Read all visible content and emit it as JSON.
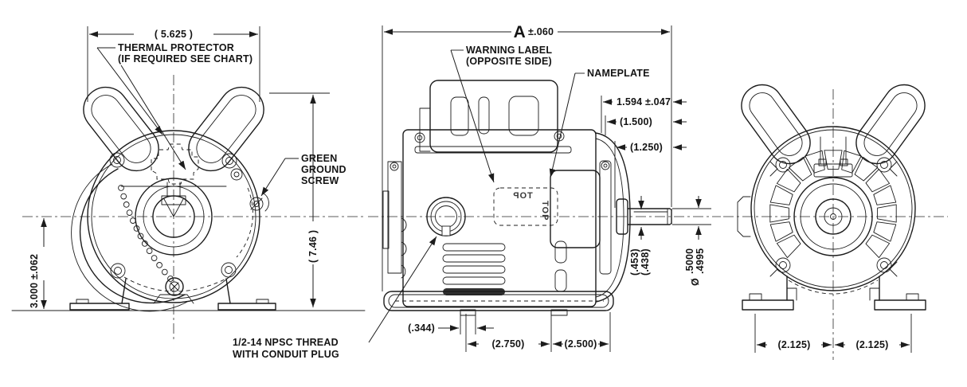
{
  "drawing": {
    "front": {
      "width_dim": "( 5.625 )",
      "center_height_dim": "3.000 ±.062",
      "overall_height_dim": "( 7.46 )",
      "thermal_label_1": "THERMAL PROTECTOR",
      "thermal_label_2": "(IF REQUIRED SEE CHART)",
      "ground_label_1": "GREEN",
      "ground_label_2": "GROUND",
      "ground_label_3": "SCREW"
    },
    "side": {
      "length_dim_letter": "A",
      "length_dim_tol": "±.060",
      "warning_label_1": "WARNING LABEL",
      "warning_label_2": "(OPPOSITE SIDE)",
      "nameplate_label": "NAMEPLATE",
      "shaft_center_dim": "1.594 ±.047",
      "dim_1_500": "(1.500)",
      "dim_1_250": "(1.250)",
      "flat_dim_upper": "(.453)",
      "flat_dim_lower": "(.438)",
      "shaft_dia_upper": ".5000",
      "shaft_dia_lower": ".4995",
      "dia_symbol": "Ø",
      "slot_dim": "(.344)",
      "bolt_span_dim": "(2.750)",
      "rear_span_dim": "(2.500)",
      "conduit_label_1": "1/2-14 NPSC THREAD",
      "conduit_label_2": "WITH CONDUIT PLUG",
      "top_marking": "TOP",
      "top_marking_mirror": "TOP"
    },
    "rear": {
      "foot_dim_left": "(2.125)",
      "foot_dim_right": "(2.125)"
    }
  }
}
